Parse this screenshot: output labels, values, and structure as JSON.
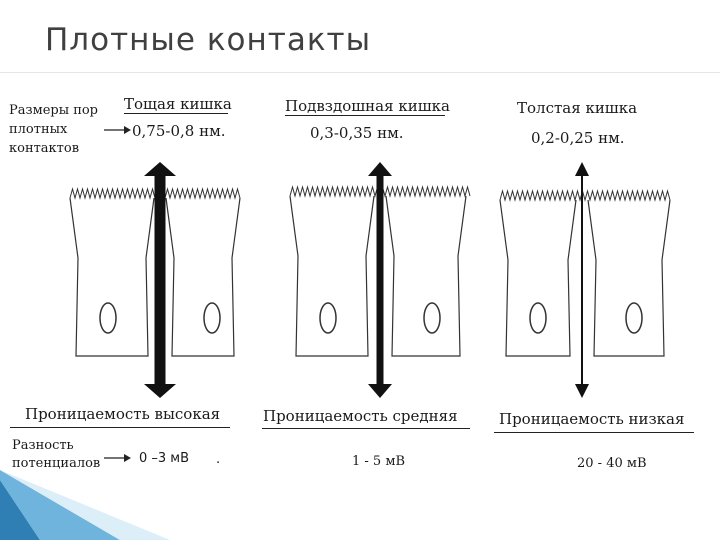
{
  "title": "Плотные контакты",
  "row_labels": {
    "pore_size": "Размеры пор\nплотных\nконтактов",
    "potential": "Разность\nпотенциалов"
  },
  "segments": [
    {
      "name": "Тощая кишка",
      "pore": "0,75-0,8 нм.",
      "permeability": "Проницаемость высокая",
      "potential": "0 –3 мВ",
      "arrow_weight": "thick"
    },
    {
      "name": "Подвздошная кишка",
      "pore": "0,3-0,35 нм.",
      "permeability": "Проницаемость   средняя",
      "potential": "1 - 5 мВ",
      "arrow_weight": "medium"
    },
    {
      "name": "Толстая кишка",
      "pore": "0,2-0,25 нм.",
      "permeability": "Проницаемость   низкая",
      "potential": "20 - 40 мВ",
      "arrow_weight": "thin"
    }
  ],
  "colors": {
    "title": "#404040",
    "accent_light": "#dceef8",
    "accent_mid": "#6fb4dc",
    "accent_dark": "#2f7fb5"
  }
}
